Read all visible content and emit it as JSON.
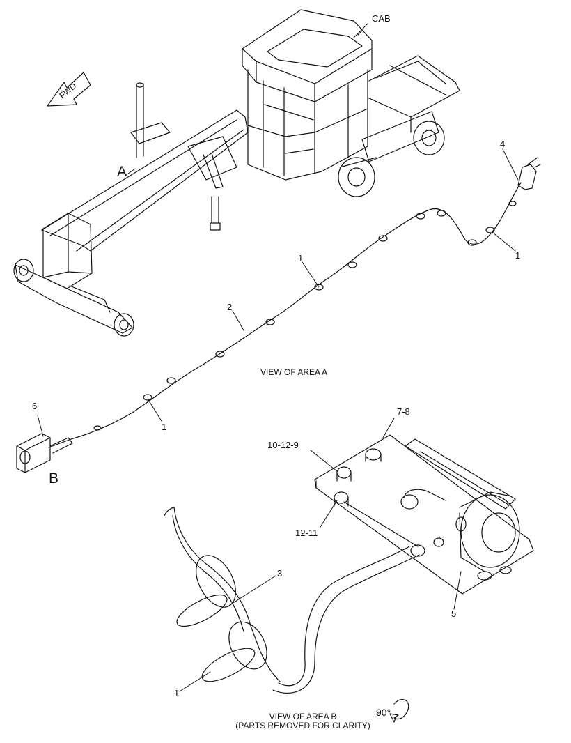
{
  "labels": {
    "cab": "CAB",
    "fwd": "FWD",
    "area_a": "A",
    "area_b": "B",
    "view_area_a": "VIEW OF AREA A",
    "view_area_b_line1": "VIEW OF AREA B",
    "view_area_b_line2": "(PARTS REMOVED FOR CLARITY)",
    "rotation": "90°"
  },
  "callouts": {
    "c1_top_right": "1",
    "c1_mid": "1",
    "c1_lower": "1",
    "c1_bottom": "1",
    "c2": "2",
    "c3": "3",
    "c4": "4",
    "c5": "5",
    "c6": "6",
    "c7_8": "7-8",
    "c10_12_9": "10-12-9",
    "c12_11": "12-11"
  }
}
